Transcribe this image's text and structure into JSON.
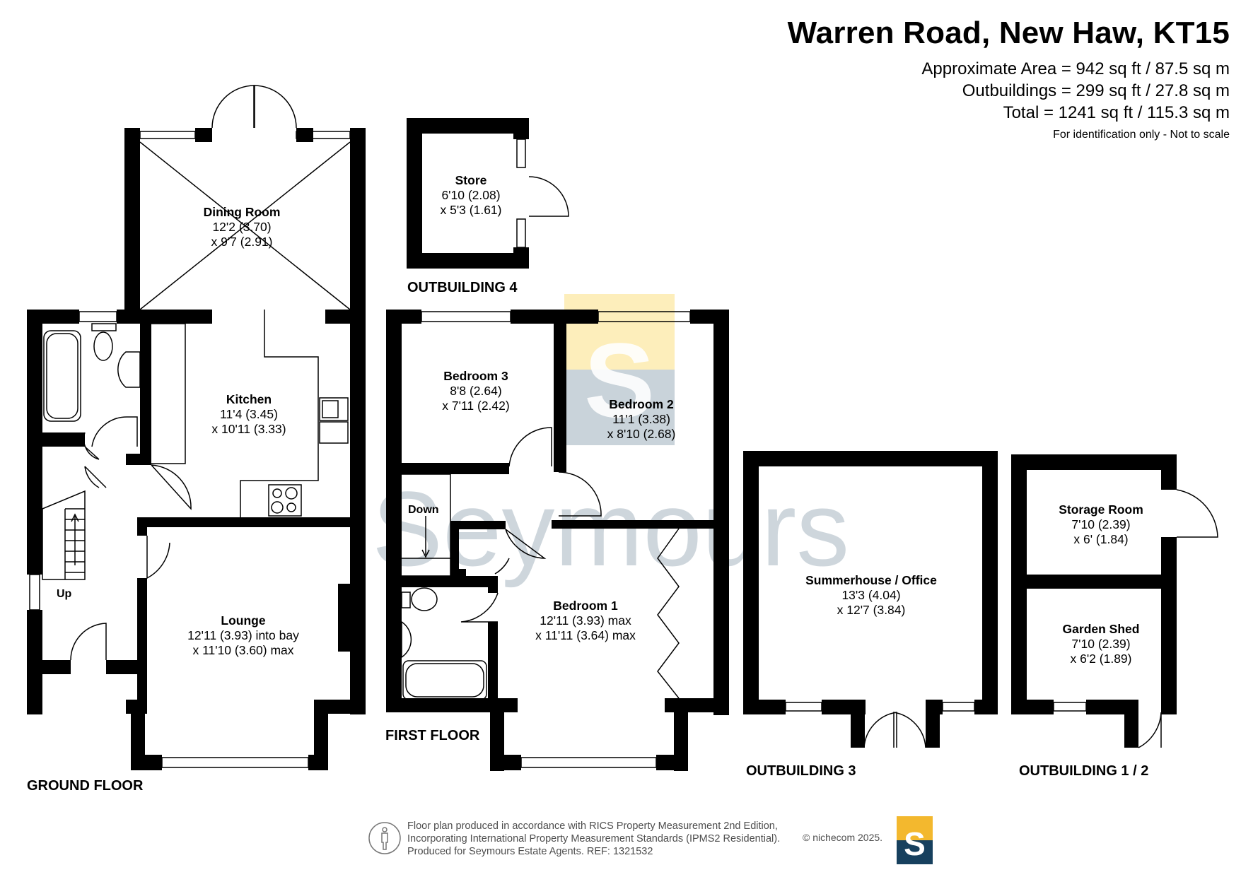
{
  "header": {
    "title": "Warren Road, New Haw, KT15",
    "approx_area": "Approximate Area = 942 sq ft / 87.5 sq m",
    "outbuildings": "Outbuildings = 299 sq ft / 27.8 sq m",
    "total": "Total = 1241 sq ft / 115.3 sq m",
    "note": "For identification only - Not to scale"
  },
  "floors": {
    "ground": "GROUND FLOOR",
    "first": "FIRST FLOOR",
    "out4": "OUTBUILDING 4",
    "out3": "OUTBUILDING 3",
    "out12": "OUTBUILDING 1 / 2"
  },
  "rooms": {
    "dining": {
      "name": "Dining Room",
      "dim1": "12'2 (3.70)",
      "dim2": "x 9'7 (2.91)"
    },
    "kitchen": {
      "name": "Kitchen",
      "dim1": "11'4 (3.45)",
      "dim2": "x 10'11 (3.33)"
    },
    "lounge": {
      "name": "Lounge",
      "dim1": "12'11 (3.93) into bay",
      "dim2": "x 11'10 (3.60) max"
    },
    "bed3": {
      "name": "Bedroom 3",
      "dim1": "8'8 (2.64)",
      "dim2": "x 7'11 (2.42)"
    },
    "bed2": {
      "name": "Bedroom 2",
      "dim1": "11'1 (3.38)",
      "dim2": "x 8'10 (2.68)"
    },
    "bed1": {
      "name": "Bedroom 1",
      "dim1": "12'11 (3.93) max",
      "dim2": "x 11'11 (3.64) max"
    },
    "store": {
      "name": "Store",
      "dim1": "6'10 (2.08)",
      "dim2": "x 5'3 (1.61)"
    },
    "summer": {
      "name": "Summerhouse / Office",
      "dim1": "13'3 (4.04)",
      "dim2": "x 12'7 (3.84)"
    },
    "storage": {
      "name": "Storage Room",
      "dim1": "7'10 (2.39)",
      "dim2": "x 6' (1.84)"
    },
    "shed": {
      "name": "Garden Shed",
      "dim1": "7'10 (2.39)",
      "dim2": "x 6'2 (1.89)"
    }
  },
  "stairs": {
    "up": "Up",
    "down": "Down"
  },
  "watermark": {
    "text": "Seymours",
    "logo_letter": "S"
  },
  "footer": {
    "line1": "Floor plan produced in accordance with RICS Property Measurement 2nd Edition,",
    "line2": "Incorporating International Property Measurement Standards (IPMS2 Residential).",
    "line3": "Produced for Seymours Estate Agents.   REF:    1321532",
    "copyright": "© nichecom 2025."
  },
  "colors": {
    "wall": "#000000",
    "watermark": "#7f93a3",
    "logo_yellow": "#fce8a4",
    "logo_navy": "#17405e",
    "logo_gold": "#f3b82e",
    "footer_text": "#4d4d4d"
  }
}
